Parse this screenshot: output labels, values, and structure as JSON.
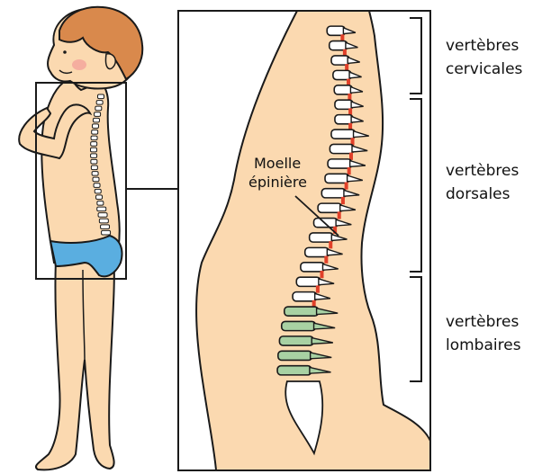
{
  "labels": {
    "cervical": [
      "vertèbres",
      "cervicales"
    ],
    "dorsal": [
      "vertèbres",
      "dorsales"
    ],
    "lumbar": [
      "vertèbres",
      "lombaires"
    ],
    "spinal_cord": [
      "Moelle",
      "épinière"
    ]
  },
  "counts": {
    "cervical": 7,
    "dorsal": 12,
    "lumbar": 5
  },
  "colors": {
    "skin": "#fbd9b0",
    "outline": "#1a1a1a",
    "hair": "#d9894c",
    "cheek": "#f4a39b",
    "shorts": "#5aaee0",
    "vertebra": "#ffffff",
    "lumbar_vertebra": "#a8d1a3",
    "spinal_cord": "#e0402a"
  }
}
